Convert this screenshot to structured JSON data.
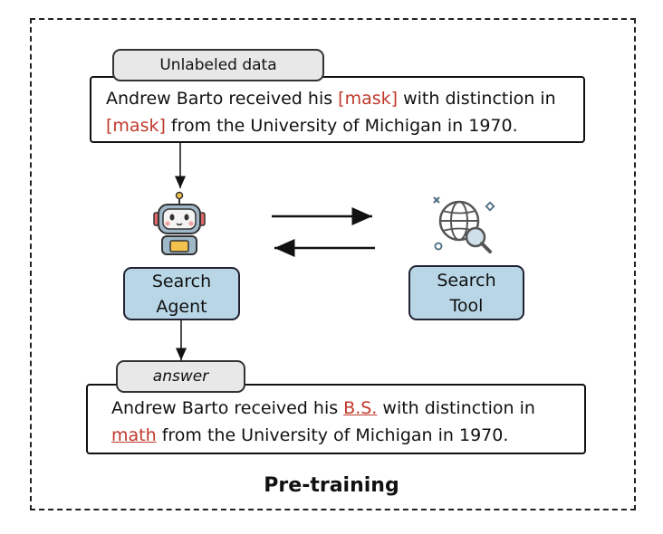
{
  "pretraining": {
    "unlabeled_tag": "Unlabeled data",
    "input_sentence": {
      "before_mask1": "Andrew Barto received his ",
      "mask1": "[mask]",
      "between": " with distinction in",
      "mask2": "[mask]",
      "after_mask2": " from the University of Michigan in 1970."
    },
    "agent": {
      "line1": "Search",
      "line2": "Agent",
      "icon": "robot-icon"
    },
    "tool": {
      "line1": "Search",
      "line2": "Tool",
      "icon": "globe-search-icon"
    },
    "answer_tag": "answer",
    "output_sentence": {
      "before_ans1": "Andrew Barto received his ",
      "ans1": "B.S.",
      "between": " with distinction in",
      "ans2": "math",
      "after_ans2": " from the University of Michigan in 1970."
    },
    "title": "Pre-training",
    "colors": {
      "mask_red": "#c0392b",
      "node_blue": "#b8d6e6",
      "tag_gray": "#e8e8e8"
    }
  }
}
